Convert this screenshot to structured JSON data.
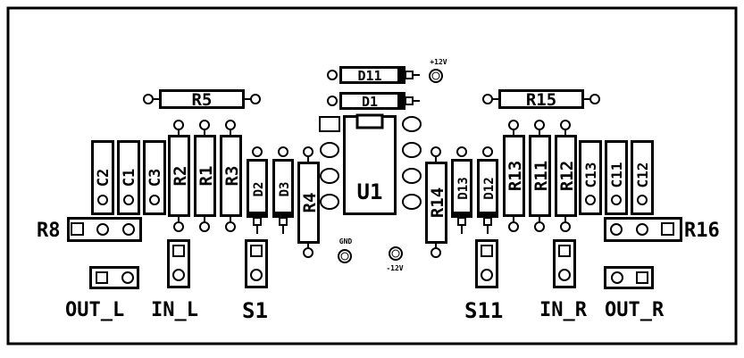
{
  "board": {
    "top_resistors": {
      "r5": "R5",
      "r15": "R15"
    },
    "diodes_top": {
      "d11": "D11",
      "d1": "D1"
    },
    "ic": {
      "u1": "U1"
    },
    "left_caps": {
      "c2": "C2",
      "c1": "C1",
      "c3": "C3"
    },
    "left_resistors": {
      "r2": "R2",
      "r1": "R1",
      "r3": "R3",
      "r4": "R4"
    },
    "left_diodes": {
      "d2": "D2",
      "d3": "D3"
    },
    "right_resistors": {
      "r14": "R14",
      "r13": "R13",
      "r11": "R11",
      "r12": "R12"
    },
    "right_diodes": {
      "d13": "D13",
      "d12": "D12"
    },
    "right_caps": {
      "c13": "C13",
      "c11": "C11",
      "c12": "C12"
    },
    "pots": {
      "r8": "R8",
      "r16": "R16"
    },
    "power": {
      "plus12": "+12V",
      "gnd": "GND",
      "minus12": "-12V"
    },
    "connectors": {
      "out_l": "OUT_L",
      "in_l": "IN_L",
      "s1": "S1",
      "s11": "S11",
      "in_r": "IN_R",
      "out_r": "OUT_R"
    }
  }
}
